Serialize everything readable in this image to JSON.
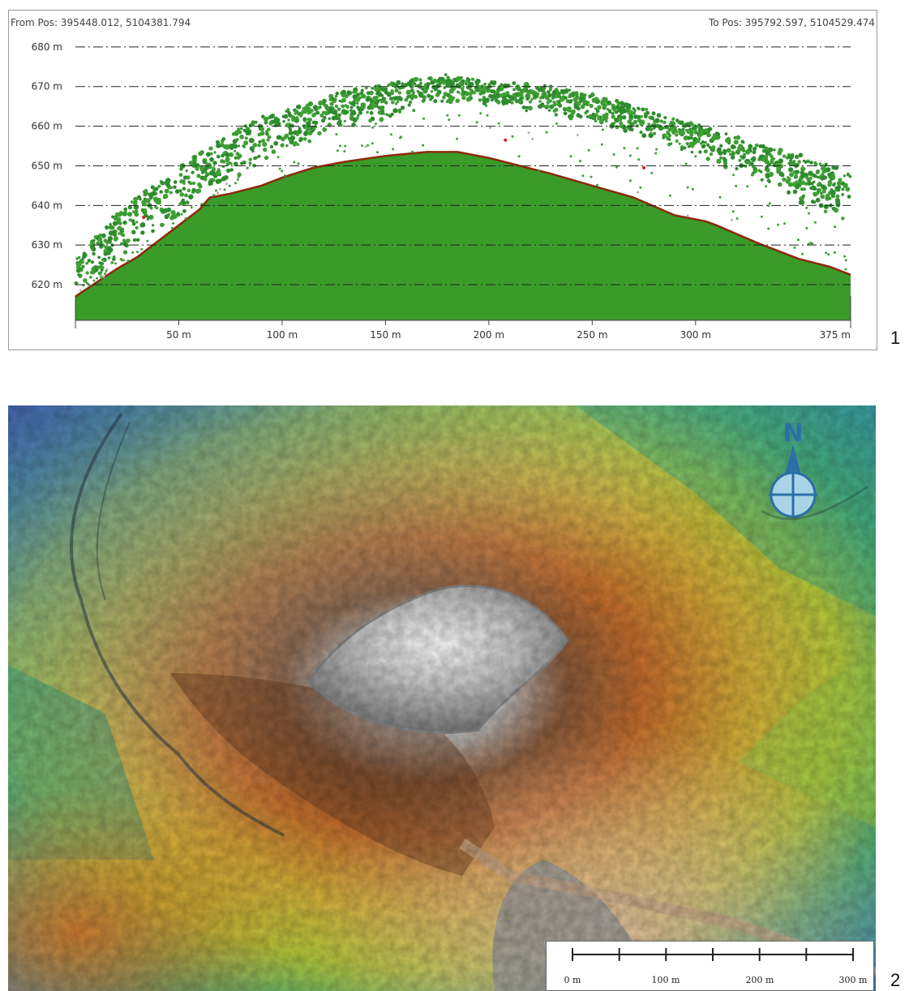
{
  "figure_numbers": [
    "1",
    "2"
  ],
  "profile": {
    "from_pos": "From Pos: 395448.012, 5104381.794",
    "to_pos": "To Pos: 395792.597, 5104529.474",
    "colors": {
      "terrain_fill": "#3a9a2a",
      "canopy_points": "#2e8b2e",
      "ground_line": "#8b2a0a",
      "outliers": "#d42020"
    }
  },
  "chart_data": {
    "type": "area",
    "title": "",
    "xlabel": "",
    "ylabel": "",
    "xlim": [
      0,
      375
    ],
    "ylim": [
      611,
      681
    ],
    "y_ticks": [
      620,
      630,
      640,
      650,
      660,
      670,
      680
    ],
    "y_tick_labels": [
      "620 m",
      "630 m",
      "640 m",
      "650 m",
      "660 m",
      "670 m",
      "680 m"
    ],
    "x_ticks": [
      50,
      100,
      150,
      200,
      250,
      300,
      375
    ],
    "x_tick_labels": [
      "50 m",
      "100 m",
      "150 m",
      "200 m",
      "250 m",
      "300 m",
      "375 m"
    ],
    "grid": "horizontal dash-dot",
    "series": [
      {
        "kind": "terrain",
        "x": [
          0,
          10,
          20,
          30,
          40,
          50,
          60,
          65,
          75,
          90,
          100,
          115,
          130,
          150,
          170,
          185,
          200,
          215,
          230,
          250,
          270,
          290,
          305,
          310,
          330,
          350,
          365,
          375
        ],
        "values": [
          617,
          620.5,
          624,
          627,
          631,
          635,
          639,
          642,
          643,
          645,
          647,
          649.5,
          651,
          652.5,
          653.5,
          653.5,
          652,
          650,
          648,
          645,
          642,
          637.5,
          636,
          635,
          630.5,
          626.5,
          624.5,
          622.5
        ]
      },
      {
        "kind": "canopy-upper",
        "x": [
          0,
          20,
          40,
          60,
          80,
          100,
          125,
          150,
          175,
          190,
          210,
          240,
          265,
          290,
          315,
          340,
          360,
          375
        ],
        "values": [
          626,
          638,
          646,
          653,
          660,
          664,
          668,
          670.5,
          673,
          672,
          671,
          669,
          666,
          662,
          658,
          654,
          651,
          649
        ]
      },
      {
        "kind": "canopy-lower",
        "x": [
          0,
          20,
          40,
          60,
          80,
          100,
          125,
          150,
          175,
          190,
          210,
          240,
          265,
          290,
          315,
          340,
          360,
          375
        ],
        "values": [
          619,
          626,
          634,
          641,
          648,
          653,
          659,
          662,
          665,
          666,
          665,
          662,
          659,
          655,
          649,
          644,
          638,
          636
        ]
      }
    ]
  },
  "map": {
    "scalebar": {
      "labels": [
        "0 m",
        "100 m",
        "200 m",
        "300 m"
      ]
    },
    "north_label": "N",
    "compass_color": "#2d6ea8"
  }
}
